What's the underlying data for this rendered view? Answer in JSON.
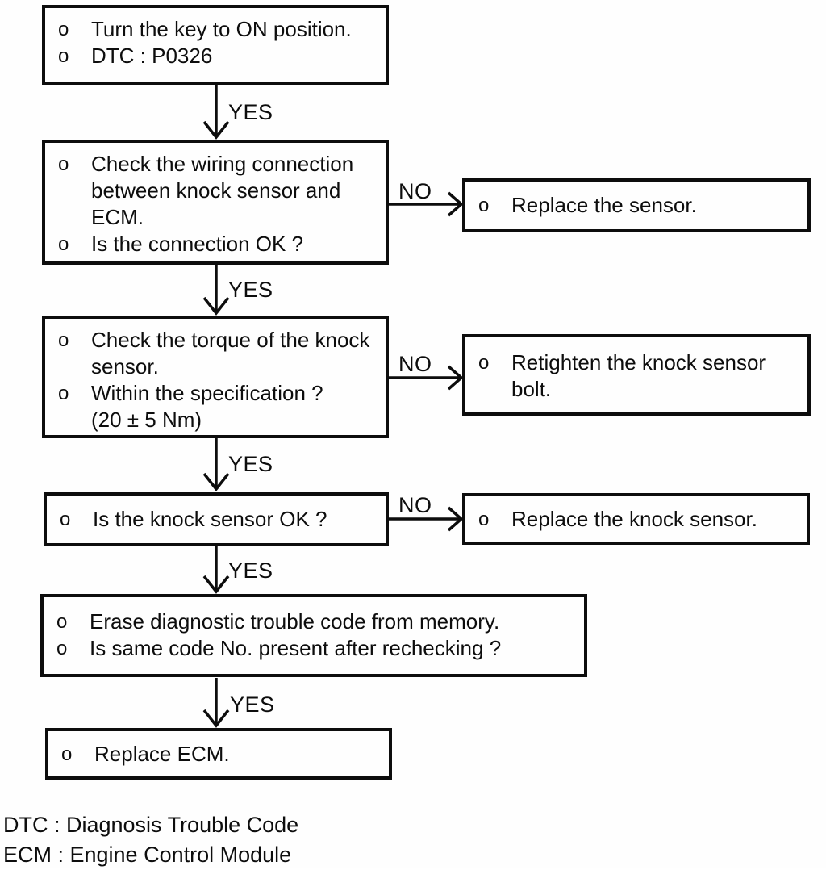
{
  "labels": {
    "yes": "YES",
    "no": "NO"
  },
  "steps": [
    {
      "name": "key-on",
      "lines": [
        {
          "bullet": "o",
          "text": "Turn the key to ON position."
        },
        {
          "bullet": "o",
          "text": "DTC : P0326"
        }
      ]
    },
    {
      "name": "check-wiring",
      "lines": [
        {
          "bullet": "o",
          "text": "Check the wiring connection"
        },
        {
          "bullet": "",
          "text": "between knock sensor and"
        },
        {
          "bullet": "",
          "text": "ECM."
        },
        {
          "bullet": "o",
          "text": "Is the connection OK ?"
        }
      ]
    },
    {
      "name": "check-torque",
      "lines": [
        {
          "bullet": "o",
          "text": "Check the torque of the knock"
        },
        {
          "bullet": "",
          "text": "sensor."
        },
        {
          "bullet": "o",
          "text": "Within the specification ?"
        },
        {
          "bullet": "",
          "text": "(20 ± 5 Nm)"
        }
      ]
    },
    {
      "name": "sensor-ok",
      "lines": [
        {
          "bullet": "o",
          "text": "Is the knock sensor OK ?"
        }
      ]
    },
    {
      "name": "erase-dtc",
      "lines": [
        {
          "bullet": "o",
          "text": "Erase diagnostic trouble code from memory."
        },
        {
          "bullet": "o",
          "text": "Is same code No. present after rechecking ?"
        }
      ]
    },
    {
      "name": "replace-ecm",
      "lines": [
        {
          "bullet": "o",
          "text": "Replace ECM."
        }
      ]
    }
  ],
  "actions": [
    {
      "name": "replace-sensor",
      "lines": [
        {
          "bullet": "o",
          "text": "Replace the sensor."
        }
      ]
    },
    {
      "name": "retighten-bolt",
      "lines": [
        {
          "bullet": "o",
          "text": "Retighten the knock sensor"
        },
        {
          "bullet": "",
          "text": "bolt."
        }
      ]
    },
    {
      "name": "replace-knock-sensor",
      "lines": [
        {
          "bullet": "o",
          "text": "Replace the knock sensor."
        }
      ]
    }
  ],
  "footnotes": [
    "DTC : Diagnosis Trouble Code",
    "ECM : Engine Control Module"
  ]
}
